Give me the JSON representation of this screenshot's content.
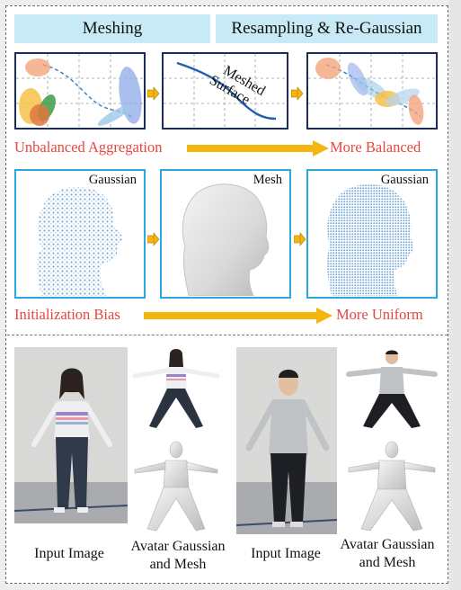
{
  "header": {
    "left_title": "Meshing",
    "right_title": "Resampling & Re-Gaussian"
  },
  "row1": {
    "mesh_label_line1": "Meshed",
    "mesh_label_line2": "Surface",
    "left_text": "Unbalanced Aggregation",
    "right_text": "More Balanced"
  },
  "row2": {
    "panel1_label": "Gaussian",
    "panel2_label": "Mesh",
    "panel3_label": "Gaussian",
    "left_text": "Initialization Bias",
    "right_text": "More Uniform"
  },
  "bottom": {
    "caption_input_1": "Input Image",
    "caption_avatar_1_line1": "Avatar Gaussian",
    "caption_avatar_1_line2": "and Mesh",
    "caption_input_2": "Input Image",
    "caption_avatar_2_line1": "Avatar Gaussian",
    "caption_avatar_2_line2": "and Mesh"
  },
  "colors": {
    "header_fill": "#c7eaf6",
    "accent_red": "#e8453c",
    "arrow_orange": "#f5b50f",
    "panel_blue": "#28a9df",
    "panel_navy": "#1d2b57"
  }
}
